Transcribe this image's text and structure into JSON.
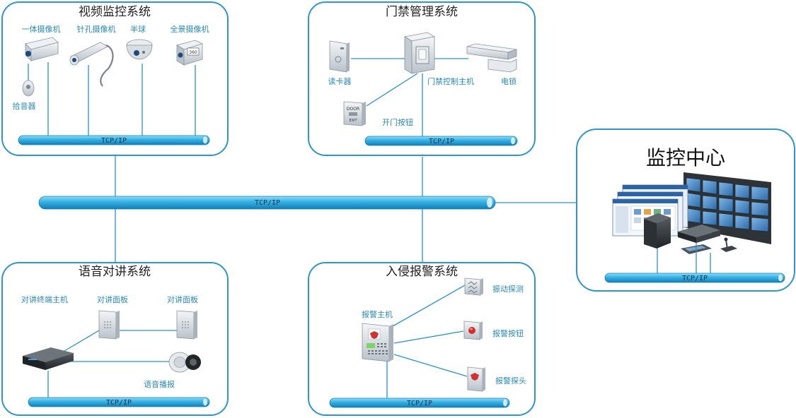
{
  "video": {
    "title": "视频监控系统",
    "labels": [
      "一体摄像机",
      "针孔摄像机",
      "半球",
      "全景摄像机",
      "拾音器"
    ],
    "bus": "TCP/IP",
    "pano_badge": "360"
  },
  "access": {
    "title": "门禁管理系统",
    "labels": [
      "读卡器",
      "门禁控制主机",
      "电锁",
      "开门按钮"
    ],
    "bus": "TCP/IP",
    "button_text_top": "DOOR",
    "button_text_bottom": "EXIT"
  },
  "center": {
    "title": "监控中心",
    "bus": "TCP/IP"
  },
  "main_bus": "TCP/IP",
  "intercom": {
    "title": "语音对讲系统",
    "labels": [
      "对讲终端主机",
      "对讲面板",
      "对讲面板",
      "语音播报"
    ],
    "bus": "TCP/IP"
  },
  "intrusion": {
    "title": "入侵报警系统",
    "labels": [
      "报警主机",
      "振动探测",
      "报警按钮",
      "报警探头"
    ],
    "bus": "TCP/IP"
  },
  "colors": {
    "frame": "#2f95c8",
    "bus_light": "#7fd0f2",
    "bus_dark": "#1a8fc9",
    "label": "#2a89b8"
  }
}
